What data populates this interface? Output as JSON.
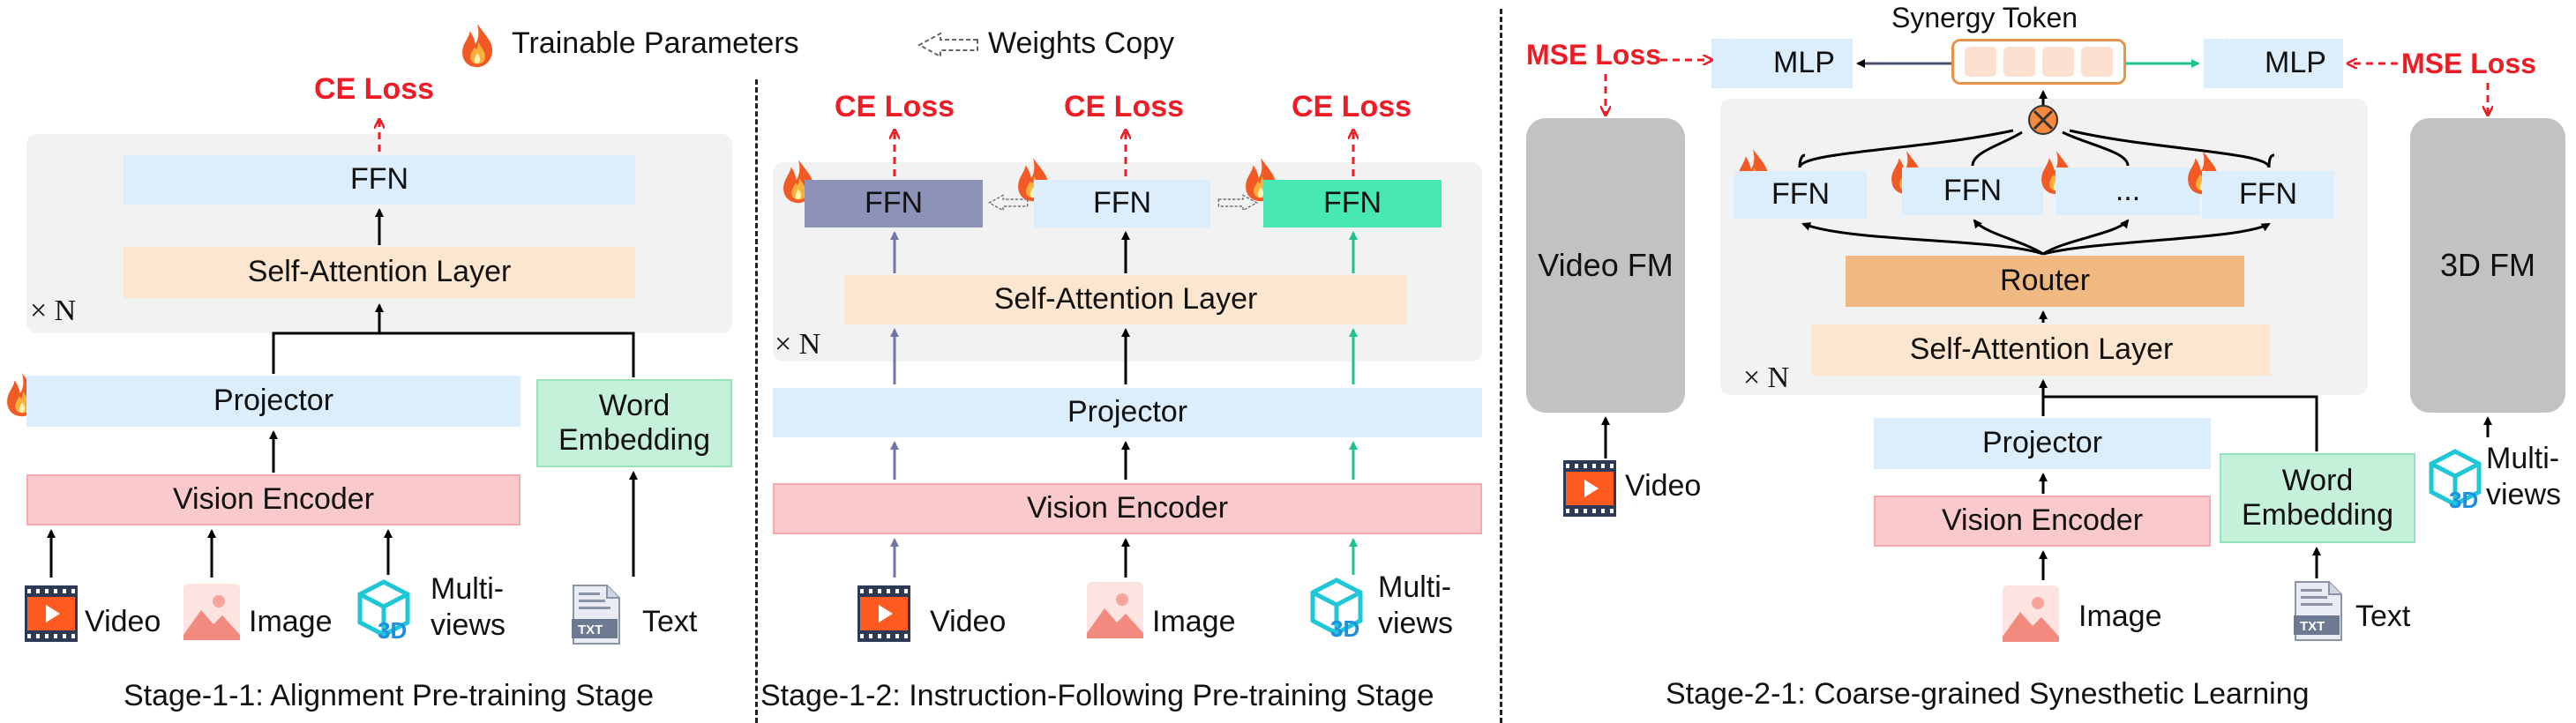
{
  "legend": {
    "trainable": "Trainable Parameters",
    "weights_copy": "Weights Copy"
  },
  "stage11": {
    "loss": "CE Loss",
    "ffn": "FFN",
    "attn": "Self-Attention Layer",
    "xn": "× N",
    "projector": "Projector",
    "vision_encoder": "Vision Encoder",
    "word_embedding": "Word Embedding",
    "inputs": {
      "video": "Video",
      "image": "Image",
      "multiviews": "Multi-views",
      "text": "Text"
    },
    "caption": "Stage-1-1: Alignment Pre-training Stage"
  },
  "stage12": {
    "loss1": "CE Loss",
    "loss2": "CE Loss",
    "loss3": "CE Loss",
    "ffn1": "FFN",
    "ffn2": "FFN",
    "ffn3": "FFN",
    "attn": "Self-Attention Layer",
    "xn": "× N",
    "projector": "Projector",
    "vision_encoder": "Vision Encoder",
    "inputs": {
      "video": "Video",
      "image": "Image",
      "multiviews": "Multi-views"
    },
    "caption": "Stage-1-2: Instruction-Following Pre-training Stage"
  },
  "stage21": {
    "mse_left": "MSE Loss",
    "mse_right": "MSE Loss",
    "mlp_left": "MLP",
    "mlp_right": "MLP",
    "synergy": "Synergy Token",
    "video_fm": "Video FM",
    "fm3d": "3D FM",
    "ffn1": "FFN",
    "ffn2": "FFN",
    "ffn_dots": "...",
    "ffn4": "FFN",
    "router": "Router",
    "attn": "Self-Attention Layer",
    "xn": "× N",
    "projector": "Projector",
    "vision_encoder": "Vision Encoder",
    "word_embedding": "Word Embedding",
    "inputs": {
      "video": "Video",
      "image": "Image",
      "multiviews": "Multi-views",
      "text": "Text"
    },
    "caption": "Stage-2-1: Coarse-grained Synesthetic Learning"
  },
  "colors": {
    "loss_red": "#ee1c24",
    "ffn_blue": "#dcedfb",
    "attention_orange": "#fde6cf",
    "router_orange": "#f1b982",
    "encoder_pink": "#f9c9cc",
    "embedding_green": "#c5f1da",
    "frozen_purple": "#8d93b8",
    "trainable_teal": "#48e8b5",
    "panel_gray": "#f2f2f2"
  },
  "icons": [
    "fire-icon",
    "video-icon",
    "image-icon",
    "multiview-3d-icon",
    "text-file-icon",
    "dashed-arrow-icon"
  ]
}
